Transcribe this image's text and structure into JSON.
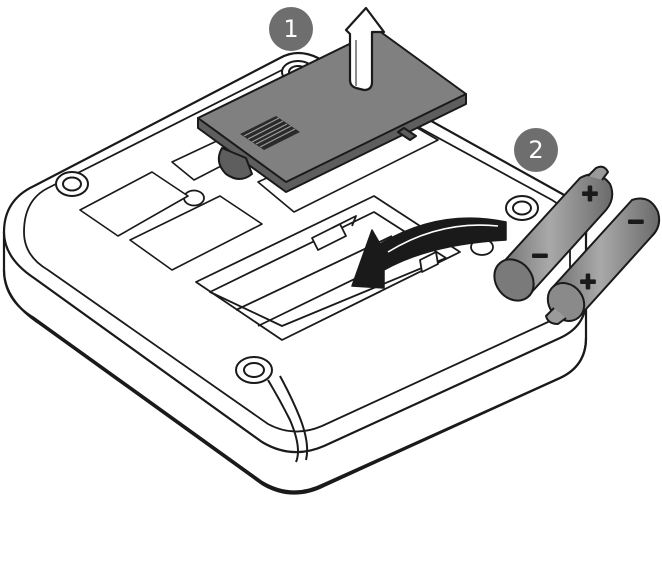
{
  "steps": [
    {
      "number": "1",
      "action": "remove-cover"
    },
    {
      "number": "2",
      "action": "insert-batteries"
    }
  ],
  "batteries": [
    {
      "top_sign": "+",
      "bottom_sign": "−"
    },
    {
      "top_sign": "−",
      "bottom_sign": "+"
    }
  ],
  "colors": {
    "outline": "#1a1a1a",
    "device": "#ffffff",
    "cover": "#808080",
    "battery": "#8a8a8a",
    "step_badge": "#6e6e6e"
  },
  "icons": [
    "up-arrow-icon",
    "curved-insert-arrow-icon"
  ]
}
